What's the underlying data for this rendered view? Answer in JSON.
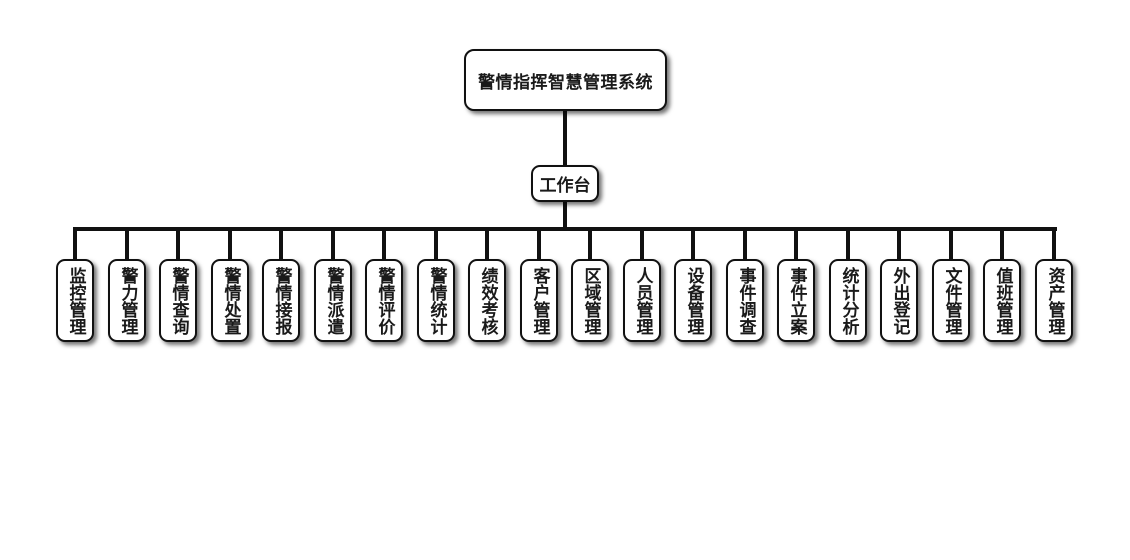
{
  "root": {
    "label": "警情指挥智慧管理系统"
  },
  "middle": {
    "label": "工作台"
  },
  "modules": [
    {
      "label": "监控管理"
    },
    {
      "label": "警力管理"
    },
    {
      "label": "警情查询"
    },
    {
      "label": "警情处置"
    },
    {
      "label": "警情接报"
    },
    {
      "label": "警情派遣"
    },
    {
      "label": "警情评价"
    },
    {
      "label": "警情统计"
    },
    {
      "label": "绩效考核"
    },
    {
      "label": "客户管理"
    },
    {
      "label": "区域管理"
    },
    {
      "label": "人员管理"
    },
    {
      "label": "设备管理"
    },
    {
      "label": "事件调查"
    },
    {
      "label": "事件立案"
    },
    {
      "label": "统计分析"
    },
    {
      "label": "外出登记"
    },
    {
      "label": "文件管理"
    },
    {
      "label": "值班管理"
    },
    {
      "label": "资产管理"
    }
  ]
}
